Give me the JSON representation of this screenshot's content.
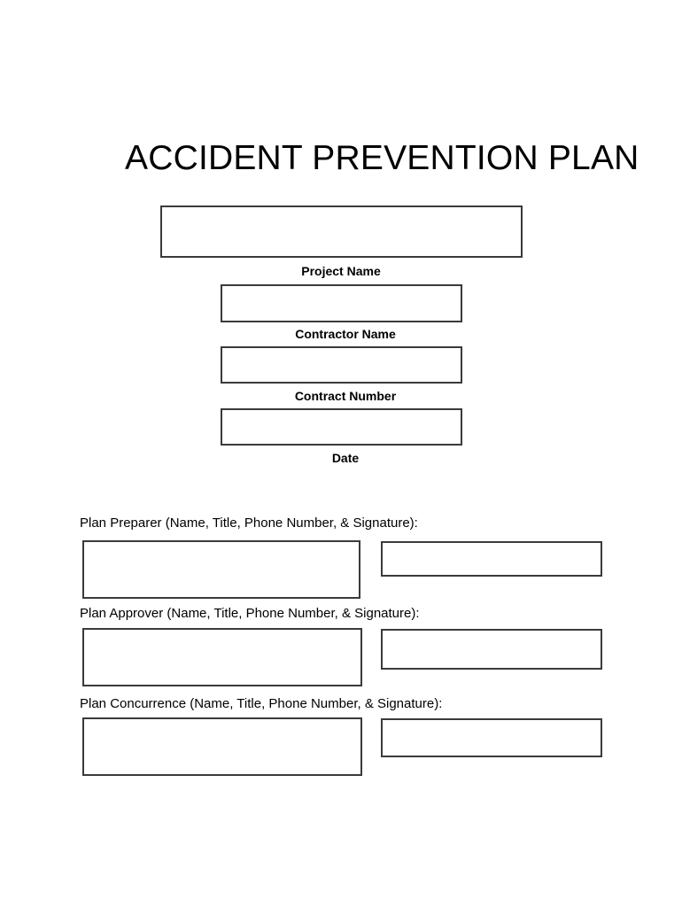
{
  "document": {
    "title": "ACCIDENT PREVENTION PLAN"
  },
  "header_fields": [
    {
      "caption": "Project Name",
      "value": ""
    },
    {
      "caption": "Contractor Name",
      "value": ""
    },
    {
      "caption": "Contract Number",
      "value": ""
    },
    {
      "caption": "Date",
      "value": ""
    }
  ],
  "signature_sections": [
    {
      "label": "Plan Preparer (Name, Title, Phone Number, & Signature):",
      "info_value": "",
      "signature_value": ""
    },
    {
      "label": "Plan Approver (Name, Title, Phone Number, & Signature):",
      "info_value": "",
      "signature_value": ""
    },
    {
      "label": "Plan Concurrence (Name, Title, Phone Number, & Signature):",
      "info_value": "",
      "signature_value": ""
    }
  ],
  "colors": {
    "page_background": "#ffffff",
    "text": "#000000",
    "box_border": "#3a3a3a"
  }
}
